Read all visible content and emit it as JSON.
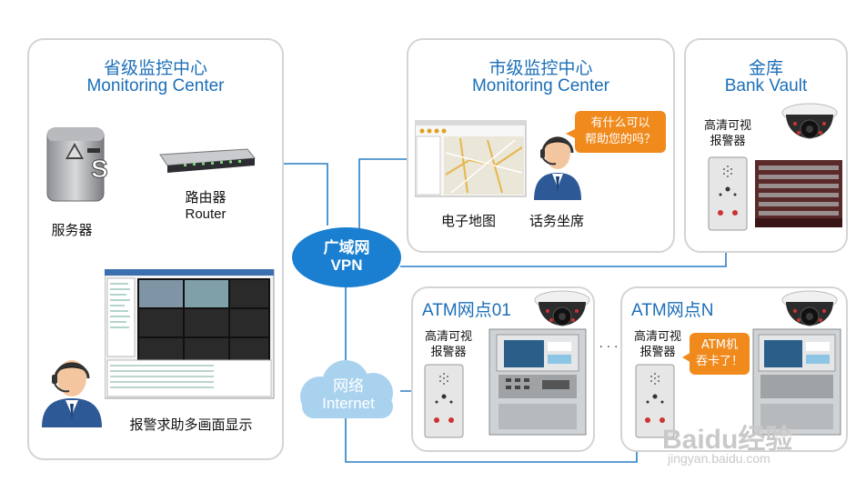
{
  "provincial": {
    "title_cn": "省级监控中心",
    "title_en": "Monitoring Center",
    "server_label": "服务器",
    "router_cn": "路由器",
    "router_en": "Router",
    "display_label": "报警求助多画面显示"
  },
  "city": {
    "title_cn": "市级监控中心",
    "title_en": "Monitoring Center",
    "map_label": "电子地图",
    "agent_label": "话务坐席",
    "bubble": "有什么可以帮助您的吗？",
    "bubble_line1": "有什么可以",
    "bubble_line2": "帮助您的吗？"
  },
  "vault": {
    "title_cn": "金库",
    "title_en": "Bank Vault",
    "device_line1": "高清可视",
    "device_line2": "报警器"
  },
  "network": {
    "wan_cn": "广域网",
    "wan_en": "VPN",
    "internet_cn": "网络",
    "internet_en": "Internet"
  },
  "atm1": {
    "title": "ATM网点01",
    "device_line1": "高清可视",
    "device_line2": "报警器"
  },
  "atmN": {
    "title": "ATM网点N",
    "device_line1": "高清可视",
    "device_line2": "报警器",
    "bubble_line1": "ATM机",
    "bubble_line2": "吞卡了！"
  },
  "ellipsis": "·  ·  ·",
  "watermark": {
    "brand": "Baidu经验",
    "url": "jingyan.baidu.com"
  },
  "colors": {
    "accent_blue": "#1c6fb8",
    "vpn_blue": "#1a7fd0",
    "bubble_orange": "#f08a1c",
    "line_blue": "#2a7fc4",
    "panel_border": "#d4d4d4"
  }
}
